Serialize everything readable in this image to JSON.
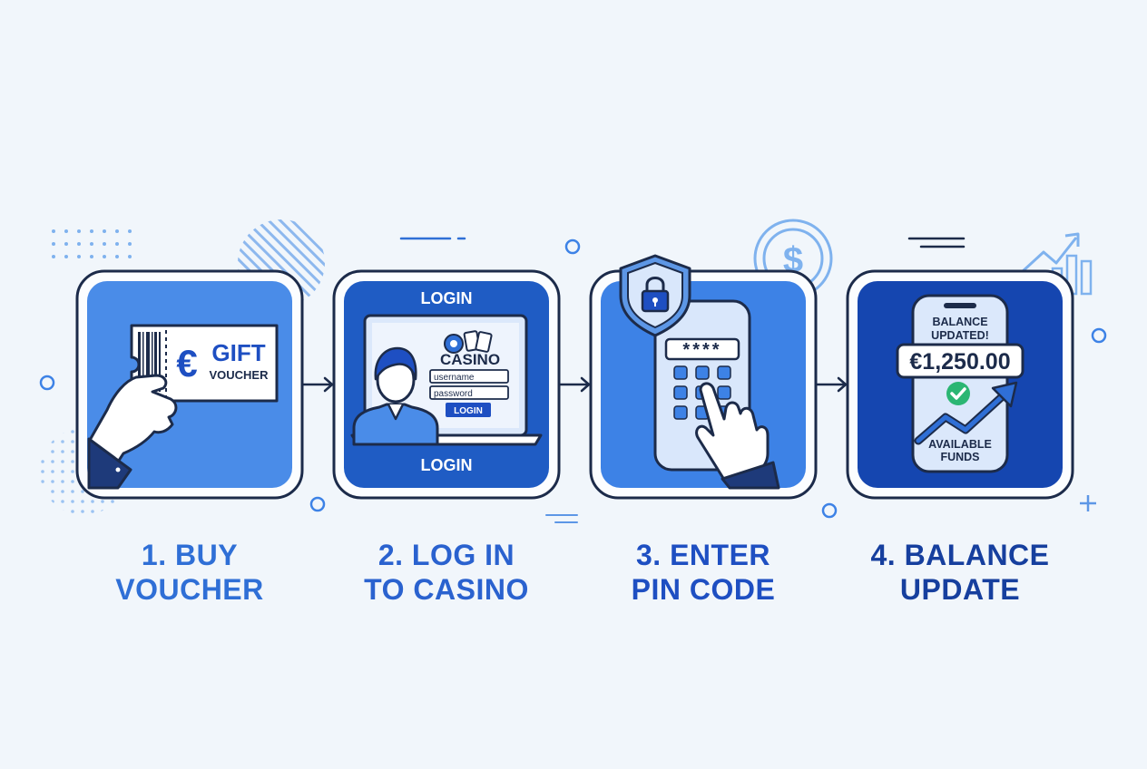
{
  "colors": {
    "background": "#f1f6fb",
    "outline": "#1c2b4a",
    "primary": "#1e4fc2",
    "card1": "#4a8ce8",
    "card2": "#1f5cc4",
    "card3": "#3d82e6",
    "card4": "#1546b0",
    "caption1": "#2f6fd6",
    "caption2": "#2a62cf",
    "caption3": "#1e4fc2",
    "caption4": "#163f9e",
    "success": "#2bb673",
    "decor": "#7fb2ee"
  },
  "steps": [
    {
      "caption_line1": "1. BUY",
      "caption_line2": "VOUCHER",
      "voucher_line1": "GIFT",
      "voucher_line2": "VOUCHER",
      "voucher_symbol": "€",
      "icons": [
        "hand-icon",
        "gift-voucher-icon",
        "barcode-icon"
      ]
    },
    {
      "caption_line1": "2. LOG IN",
      "caption_line2": "TO CASINO",
      "top_label": "LOGIN",
      "bottom_label": "LOGIN",
      "site_name": "CASINO",
      "username_placeholder": "username",
      "password_placeholder": "password",
      "login_button": "LOGIN",
      "icons": [
        "laptop-icon",
        "user-avatar-icon",
        "casino-chips-icon"
      ]
    },
    {
      "caption_line1": "3. ENTER",
      "caption_line2": "PIN CODE",
      "pin_mask": "****",
      "icons": [
        "shield-lock-icon",
        "phone-keypad-icon",
        "pointing-hand-icon",
        "dollar-coin-icon"
      ]
    },
    {
      "caption_line1": "4. BALANCE",
      "caption_line2": "UPDATE",
      "status_line1": "BALANCE",
      "status_line2": "UPDATED!",
      "amount": "€1,250.00",
      "funds_line1": "AVAILABLE",
      "funds_line2": "FUNDS",
      "icons": [
        "phone-icon",
        "checkmark-icon",
        "trend-arrow-icon",
        "growth-chart-icon"
      ]
    }
  ]
}
